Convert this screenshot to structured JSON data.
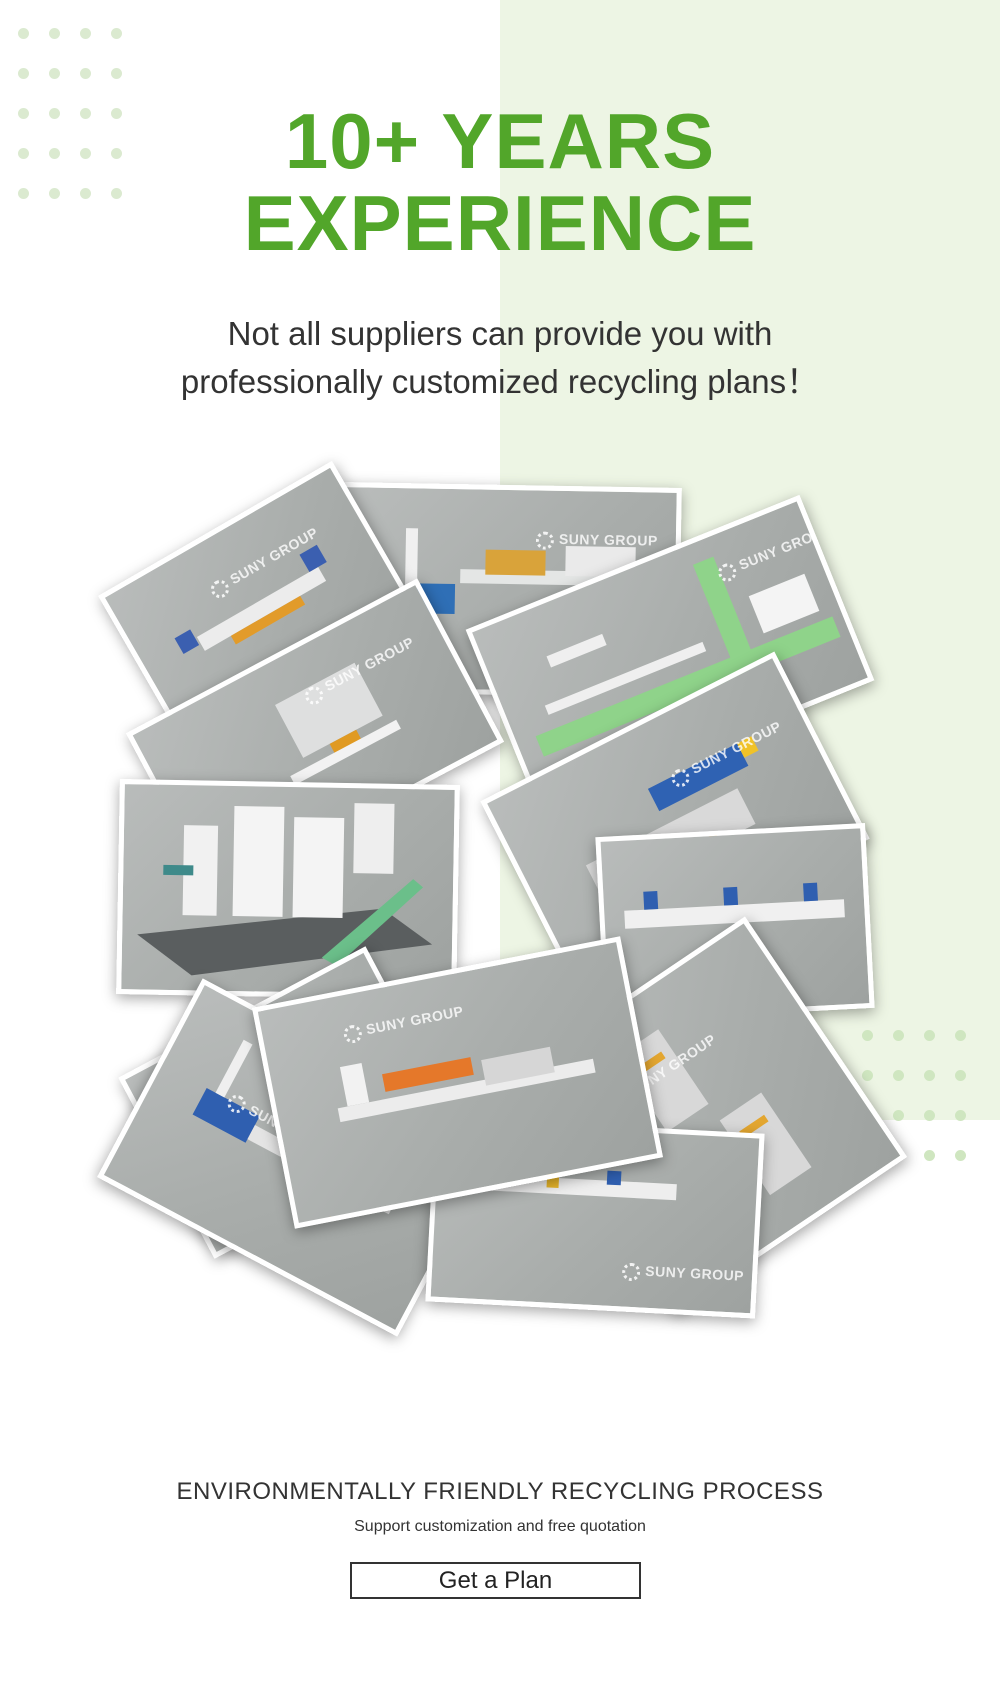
{
  "hero": {
    "headline_line1": "10+ YEARS",
    "headline_line2": "EXPERIENCE",
    "subtitle_line1": "Not all suppliers can provide you with",
    "subtitle_line2": "professionally customized recycling plans！"
  },
  "gallery": {
    "watermark": "SUNY GROUP"
  },
  "process": {
    "title": "ENVIRONMENTALLY FRIENDLY RECYCLING PROCESS",
    "subtitle": "Support customization and free quotation",
    "button_label": "Get a Plan"
  },
  "colors": {
    "accent_green": "#52a62a",
    "background_green": "#edf5e4",
    "text_dark": "#333333",
    "photo_gray": "#a9adab"
  }
}
